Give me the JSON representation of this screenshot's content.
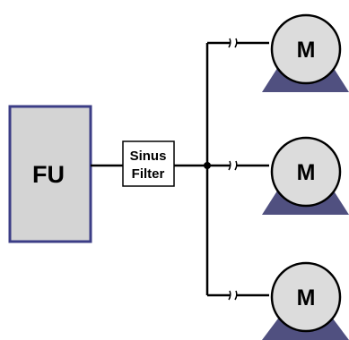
{
  "diagram": {
    "converter": {
      "label": "FU"
    },
    "filter": {
      "line1": "Sinus",
      "line2": "Filter"
    },
    "motors": [
      {
        "label": "M"
      },
      {
        "label": "M"
      },
      {
        "label": "M"
      }
    ],
    "colors": {
      "converter_fill": "#d4d4d4",
      "converter_border": "#3b3d86",
      "motor_base": "#505080",
      "wire": "#000000"
    }
  }
}
